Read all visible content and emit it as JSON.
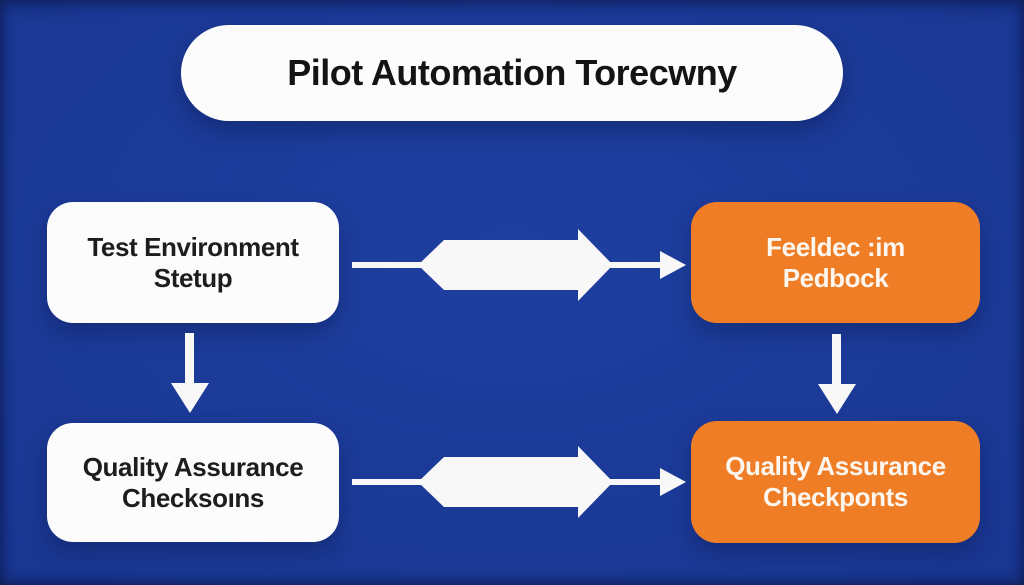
{
  "colors": {
    "background": "#1a3793",
    "node_orange": "#ee7d26",
    "node_white": "#fcfcfd",
    "arrow": "#f8f8f8",
    "text_dark": "#1d1d1f",
    "text_light": "#fdf6ef"
  },
  "title": {
    "label": "Pilot Automation Torecwny"
  },
  "diagram": {
    "nodes": [
      {
        "id": "test-environment-setup",
        "line1": "Test Environment",
        "line2": "Stetup",
        "variant": "white"
      },
      {
        "id": "feedback-loop",
        "line1": "Feeldec :im",
        "line2": "Pedbock",
        "variant": "orange"
      },
      {
        "id": "qa-checkpoints-source",
        "line1": "Quality Assurance",
        "line2": "Checksoıns",
        "variant": "white"
      },
      {
        "id": "qa-checkpoints-target",
        "line1": "Quality Assurance",
        "line2": "Checkponts",
        "variant": "orange"
      }
    ],
    "edges": [
      {
        "from": "test-environment-setup",
        "to": "feedback-loop",
        "direction": "right",
        "style": "block-arrow"
      },
      {
        "from": "test-environment-setup",
        "to": "qa-checkpoints-source",
        "direction": "down",
        "style": "thin-arrow"
      },
      {
        "from": "feedback-loop",
        "to": "qa-checkpoints-target",
        "direction": "down",
        "style": "thin-arrow"
      },
      {
        "from": "qa-checkpoints-source",
        "to": "qa-checkpoints-target",
        "direction": "right",
        "style": "block-arrow"
      }
    ]
  }
}
